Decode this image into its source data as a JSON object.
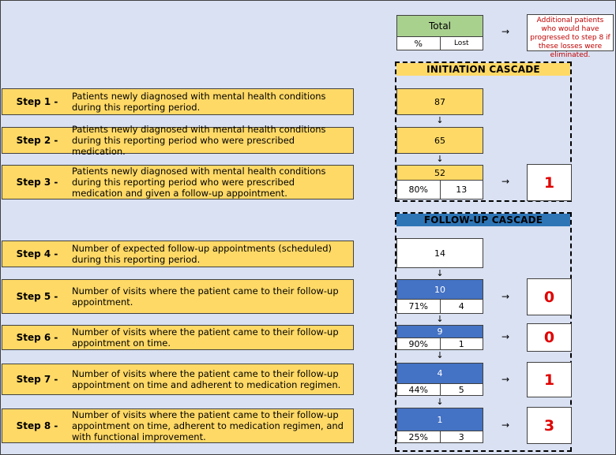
{
  "header": {
    "total_label": "Total",
    "percent_label": "%",
    "lost_label": "Lost",
    "arrow": "→",
    "note": "Additional patients who would have progressed to step 8 if these losses were eliminated."
  },
  "initiation_title": "INITIATION CASCADE",
  "followup_title": "FOLLOW-UP CASCADE",
  "down_arrow": "↓",
  "right_arrow": "→",
  "steps": [
    {
      "label": "Step 1 -",
      "desc": "Patients newly diagnosed with mental health conditions during this reporting period.",
      "total": "87"
    },
    {
      "label": "Step 2 -",
      "desc": "Patients newly diagnosed with mental health conditions during this reporting period who were prescribed medication.",
      "total": "65"
    },
    {
      "label": "Step 3 -",
      "desc": "Patients newly diagnosed with mental health conditions during this reporting period who were prescribed medication and given a follow-up appointment.",
      "total": "52",
      "percent": "80%",
      "lost": "13",
      "additional": "1"
    },
    {
      "label": "Step 4 -",
      "desc": "Number of expected follow-up appointments (scheduled) during this reporting period.",
      "total": "14"
    },
    {
      "label": "Step 5 -",
      "desc": "Number of visits where the patient came to their follow-up appointment.",
      "total": "10",
      "percent": "71%",
      "lost": "4",
      "additional": "0"
    },
    {
      "label": "Step 6 -",
      "desc": "Number of visits where the patient came to their follow-up appointment on time.",
      "total": "9",
      "percent": "90%",
      "lost": "1",
      "additional": "0"
    },
    {
      "label": "Step 7 -",
      "desc": "Number of visits where the patient came to their follow-up appointment on time and adherent to medication regimen.",
      "total": "4",
      "percent": "44%",
      "lost": "5",
      "additional": "1"
    },
    {
      "label": "Step 8 -",
      "desc": "Number of visits where the patient came to their follow-up appointment on time, adherent to medication regimen, and with functional improvement.",
      "total": "1",
      "percent": "25%",
      "lost": "3",
      "additional": "3"
    }
  ],
  "colors": {
    "step_fill": "#ffd966",
    "total_fill": "#a9d18e",
    "follow_fill": "#4472c4",
    "follow_header": "#2e75b6",
    "note_text": "#c00000",
    "result_text": "#e00000",
    "background": "#d9e1f2"
  }
}
